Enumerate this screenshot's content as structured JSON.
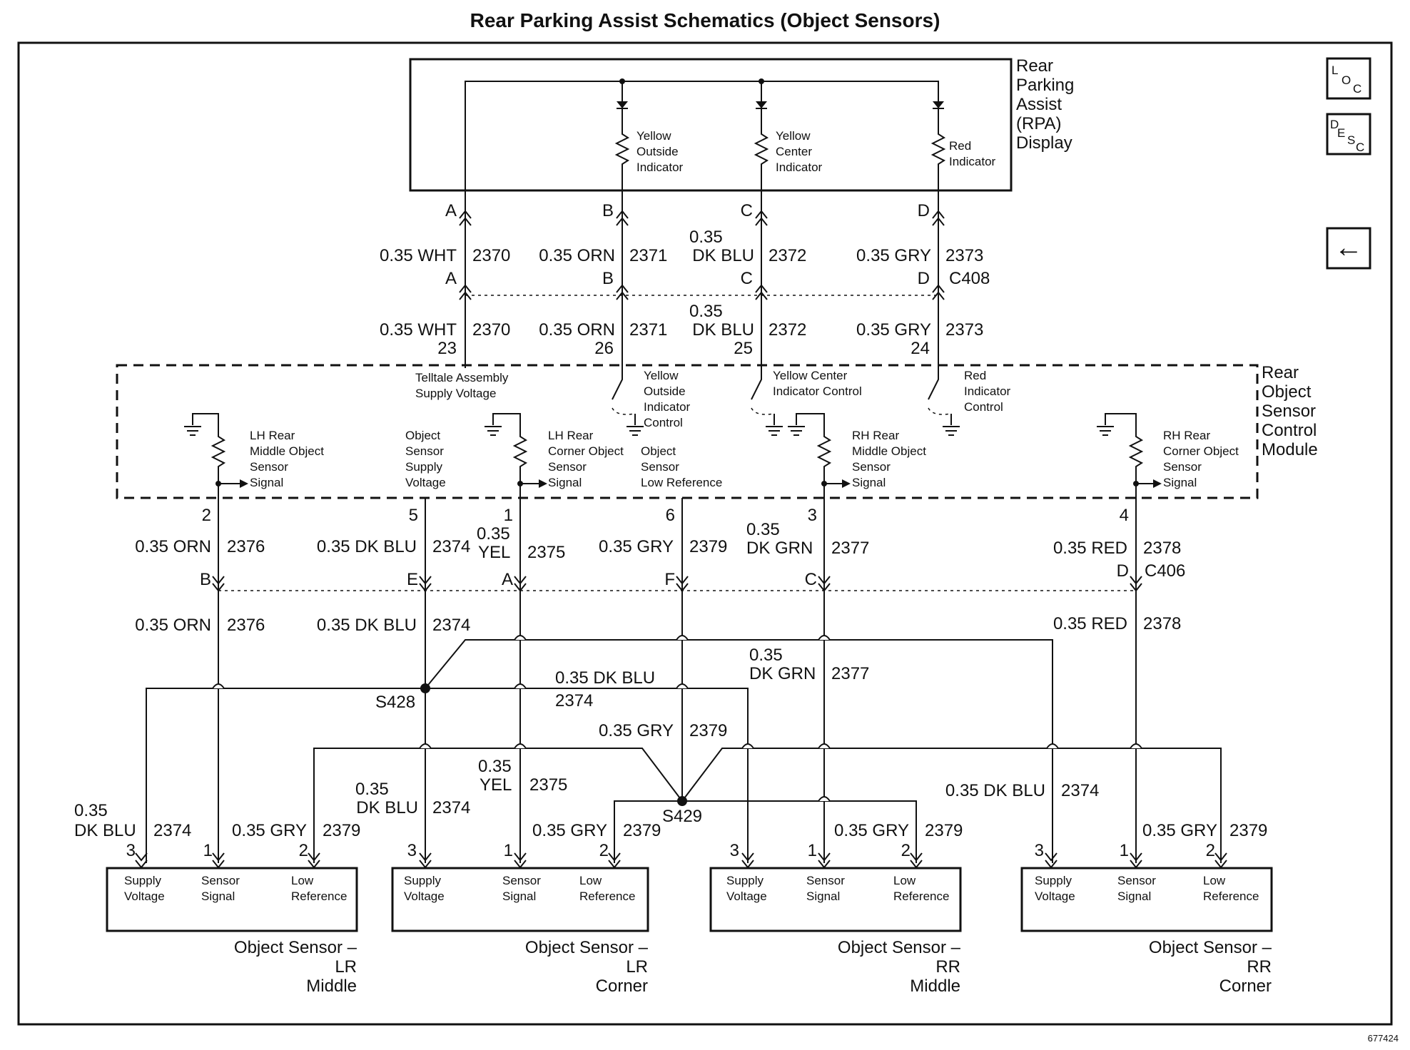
{
  "title": "Rear Parking Assist Schematics (Object Sensors)",
  "figure_id": "677424",
  "nav": {
    "loc_l": "L",
    "loc_o": "O",
    "loc_c": "C",
    "desc_d": "D",
    "desc_e": "E",
    "desc_s": "S",
    "desc_c": "C",
    "back": "←"
  },
  "display": {
    "name": [
      "Rear",
      "Parking",
      "Assist",
      "(RPA)",
      "Display"
    ],
    "yellow_outside": [
      "Yellow",
      "Outside",
      "Indicator"
    ],
    "yellow_center": [
      "Yellow",
      "Center",
      "Indicator"
    ],
    "red": [
      "Red",
      "Indicator"
    ]
  },
  "upper_pins": {
    "a": "A",
    "b": "B",
    "c": "C",
    "d": "D"
  },
  "upper_wires": {
    "w1": "0.35 WHT",
    "c1": "2370",
    "w2": "0.35 ORN",
    "c2": "2371",
    "w3a": "0.35",
    "w3b": "DK BLU",
    "c3": "2372",
    "w4": "0.35 GRY",
    "c4": "2373"
  },
  "c408": {
    "name": "C408",
    "a": "A",
    "b": "B",
    "c": "C",
    "d": "D"
  },
  "module_pins_top": {
    "p1": "23",
    "p2": "26",
    "p3": "25",
    "p4": "24"
  },
  "module": {
    "name": [
      "Rear",
      "Object",
      "Sensor",
      "Control",
      "Module"
    ],
    "telltale": [
      "Telltale Assembly",
      "Supply Voltage"
    ],
    "yo_ctrl": [
      "Yellow",
      "Outside",
      "Indicator",
      "Control"
    ],
    "yc_ctrl": [
      "Yellow Center",
      "Indicator Control"
    ],
    "r_ctrl": [
      "Red",
      "Indicator",
      "Control"
    ],
    "lh_mid": [
      "LH Rear",
      "Middle Object",
      "Sensor",
      "Signal"
    ],
    "obj_supply": [
      "Object",
      "Sensor",
      "Supply",
      "Voltage"
    ],
    "lh_corner": [
      "LH Rear",
      "Corner Object",
      "Sensor",
      "Signal"
    ],
    "obj_lowref": [
      "Object",
      "Sensor",
      "Low Reference"
    ],
    "rh_mid": [
      "RH Rear",
      "Middle Object",
      "Sensor",
      "Signal"
    ],
    "rh_corner": [
      "RH Rear",
      "Corner Object",
      "Sensor",
      "Signal"
    ]
  },
  "module_pins_bottom": {
    "p2": "2",
    "p5": "5",
    "p1": "1",
    "p6": "6",
    "p3": "3",
    "p4": "4"
  },
  "lower_wires": {
    "orn": "0.35 ORN",
    "c2376": "2376",
    "dkblu": "0.35 DK BLU",
    "c2374": "2374",
    "yel_a": "0.35",
    "yel_b": "YEL",
    "c2375": "2375",
    "gry": "0.35 GRY",
    "c2379": "2379",
    "dkgrn_a": "0.35",
    "dkgrn_b": "DK GRN",
    "c2377": "2377",
    "red": "0.35 RED",
    "c2378": "2378"
  },
  "c406": {
    "name": "C406",
    "b": "B",
    "e": "E",
    "a": "A",
    "f": "F",
    "c": "C",
    "d": "D"
  },
  "splices": {
    "s428": "S428",
    "s429": "S429"
  },
  "mid_wires": {
    "dkblu": "0.35 DK BLU",
    "c2374": "2374",
    "gry": "0.35 GRY",
    "c2379": "2379",
    "dkgrn_a": "0.35",
    "dkgrn_b": "DK GRN",
    "c2377": "2377"
  },
  "sensor_wires": {
    "lrm_blu_a": "0.35",
    "lrm_blu_b": "DK BLU",
    "c2374": "2374",
    "gry": "0.35 GRY",
    "c2379": "2379",
    "lrc_blu_a": "0.35",
    "lrc_blu_b": "DK BLU",
    "yel_a": "0.35",
    "yel_b": "YEL",
    "c2375": "2375",
    "rrc_blu": "0.35 DK BLU"
  },
  "sensor_pins": {
    "p3": "3",
    "p1": "1",
    "p2": "2"
  },
  "sensor_labels": {
    "supply": [
      "Supply",
      "Voltage"
    ],
    "signal": [
      "Sensor",
      "Signal"
    ],
    "lowref": [
      "Low",
      "Reference"
    ]
  },
  "sensors": {
    "lrm": [
      "Object Sensor –",
      "LR",
      "Middle"
    ],
    "lrc": [
      "Object Sensor –",
      "LR",
      "Corner"
    ],
    "rrm": [
      "Object Sensor –",
      "RR",
      "Middle"
    ],
    "rrc": [
      "Object Sensor –",
      "RR",
      "Corner"
    ]
  }
}
